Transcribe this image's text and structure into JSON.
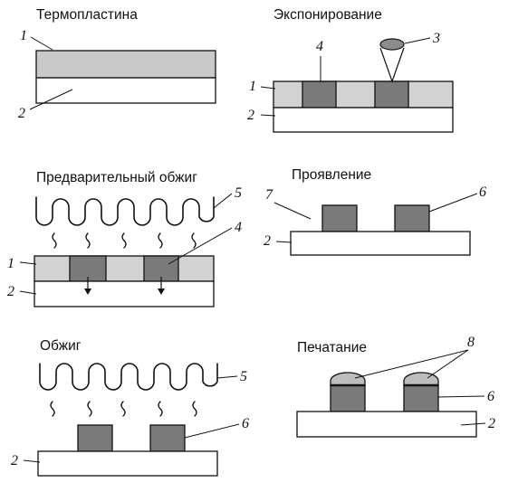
{
  "titles": {
    "thermoplate": "Термопластина",
    "exposure": "Экспонирование",
    "prebake": "Предварительный обжиг",
    "development": "Проявление",
    "firing": "Обжиг",
    "printing": "Печатание"
  },
  "labels": {
    "l1": "1",
    "l2": "2",
    "l3": "3",
    "l4": "4",
    "l5": "5",
    "l6": "6",
    "l7": "7",
    "l8": "8"
  },
  "colors": {
    "thermoplastic": "#c9c9c9",
    "exposed_region": "#7a7a7a",
    "substrate": "#ffffff",
    "ink": "#111111"
  }
}
